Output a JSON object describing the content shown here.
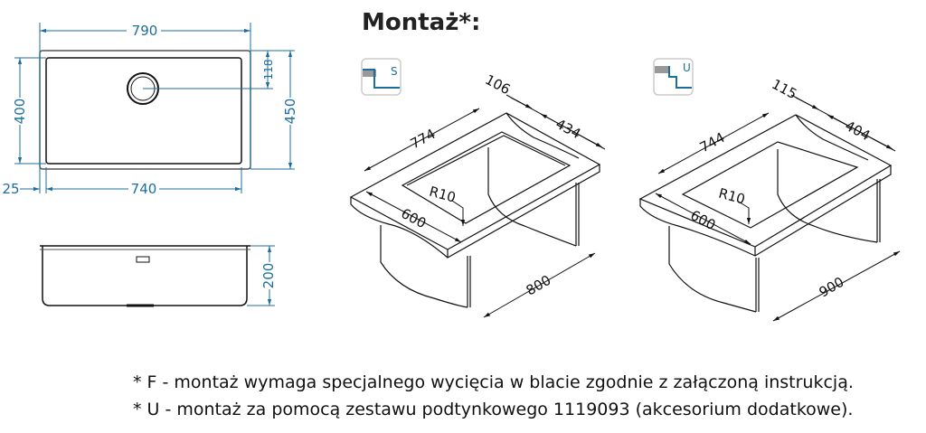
{
  "title": "Montaż*:",
  "top_view": {
    "width_outer": "790",
    "width_inner": "740",
    "flange": "25",
    "height_inner": "400",
    "height_outer": "450",
    "drain_offset": "118"
  },
  "side_view": {
    "depth": "200"
  },
  "mount_s": {
    "icon_label": "S",
    "dim_length": "774",
    "dim_back": "106",
    "dim_depth": "434",
    "radius": "R10",
    "dim_front": "600",
    "dim_cabinet": "800"
  },
  "mount_u": {
    "icon_label": "U",
    "dim_length": "744",
    "dim_back": "115",
    "dim_depth": "404",
    "radius": "R10",
    "dim_front": "600",
    "dim_cabinet": "900"
  },
  "notes": [
    "* F - montaż wymaga specjalnego wycięcia w blacie zgodnie z załączoną instrukcją.",
    "* U - montaż za pomocą zestawu podtynkowego 1119093 (akcesorium dodatkowe)."
  ],
  "colors": {
    "dim": "#1c6e9e",
    "line": "#111111"
  }
}
